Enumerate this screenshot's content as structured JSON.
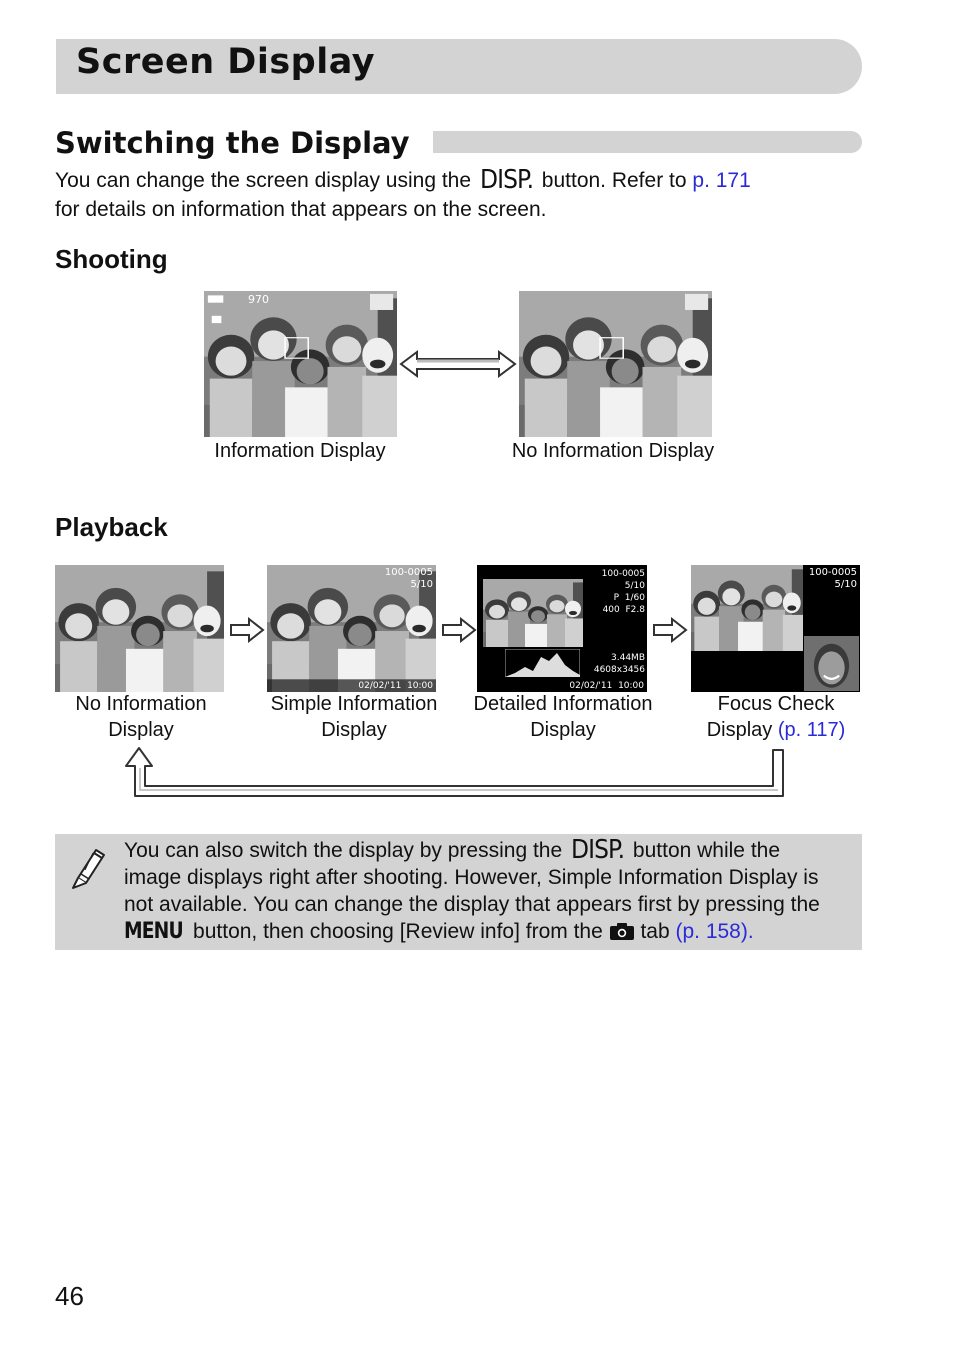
{
  "header": {
    "title": "Screen Display"
  },
  "section": {
    "title": "Switching the Display",
    "intro_before": "You can change the screen display using the ",
    "disp_glyph": "DISP.",
    "intro_middle": " button. Refer to ",
    "intro_link": "p. 171",
    "intro_line2": "for details on information that appears on the screen."
  },
  "shooting": {
    "heading": "Shooting",
    "captions": [
      "Information Display",
      "No Information Display"
    ],
    "overlay_counter": "970"
  },
  "playback": {
    "heading": "Playback",
    "captions": [
      {
        "line1": "No Information",
        "line2": "Display",
        "link": ""
      },
      {
        "line1": "Simple Information",
        "line2": "Display",
        "link": ""
      },
      {
        "line1": "Detailed Information",
        "line2": "Display",
        "link": ""
      },
      {
        "line1": "Focus Check",
        "line2": "Display ",
        "link": "(p. 117)"
      }
    ],
    "overlay": {
      "file_no": "100-0005",
      "count": "5/10",
      "date": "02/02/'11",
      "time": "10:00",
      "shutter": "1/60",
      "aperture": "F2.8",
      "iso": "400",
      "size": "3.44MB",
      "resolution": "4608x3456",
      "mode": "P"
    }
  },
  "note": {
    "line1_before": "You can also switch the display by pressing the ",
    "line1_glyph": "DISP.",
    "line1_after": " button while the",
    "line2": "image displays right after shooting. However, Simple Information Display is",
    "line3": "not available. You can change the display that appears first by pressing the",
    "line4_glyph": "MENU",
    "line4_before": " button, then choosing [Review info] from the ",
    "line4_after": " tab ",
    "line4_link": "(p. 158)",
    "line4_end": "."
  },
  "footer": {
    "page_number": "46"
  },
  "colors": {
    "band": "#d3d3d3",
    "link": "#2a2ad8"
  }
}
